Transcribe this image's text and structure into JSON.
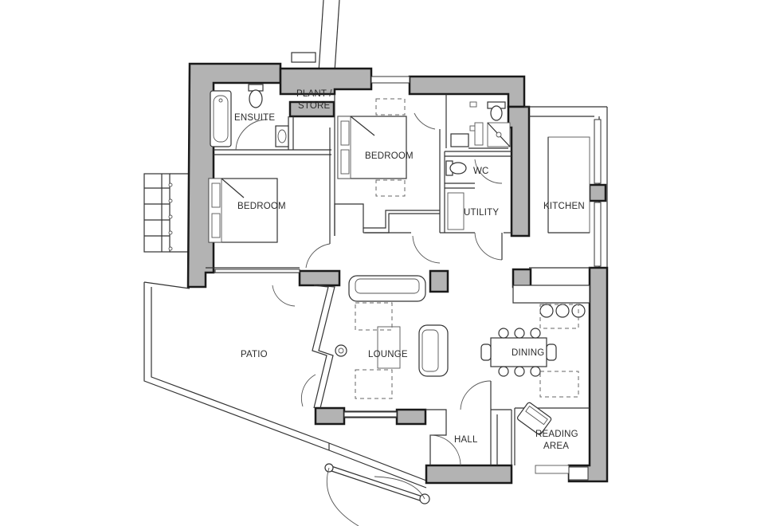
{
  "rooms": {
    "ensuite": "ENSUITE",
    "plant_line1": "PLANT /",
    "plant_line2": "STORE",
    "bedroom_top": "BEDROOM",
    "wc": "WC",
    "bedroom_left": "BEDROOM",
    "utility": "UTILITY",
    "kitchen": "KITCHEN",
    "patio": "PATIO",
    "lounge": "LOUNGE",
    "dining": "DINING",
    "hall": "HALL",
    "reading_line1": "READING",
    "reading_line2": "AREA"
  },
  "colors": {
    "wall_fill": "#b3b3b3",
    "line": "#1a1a1a",
    "background": "#ffffff"
  }
}
